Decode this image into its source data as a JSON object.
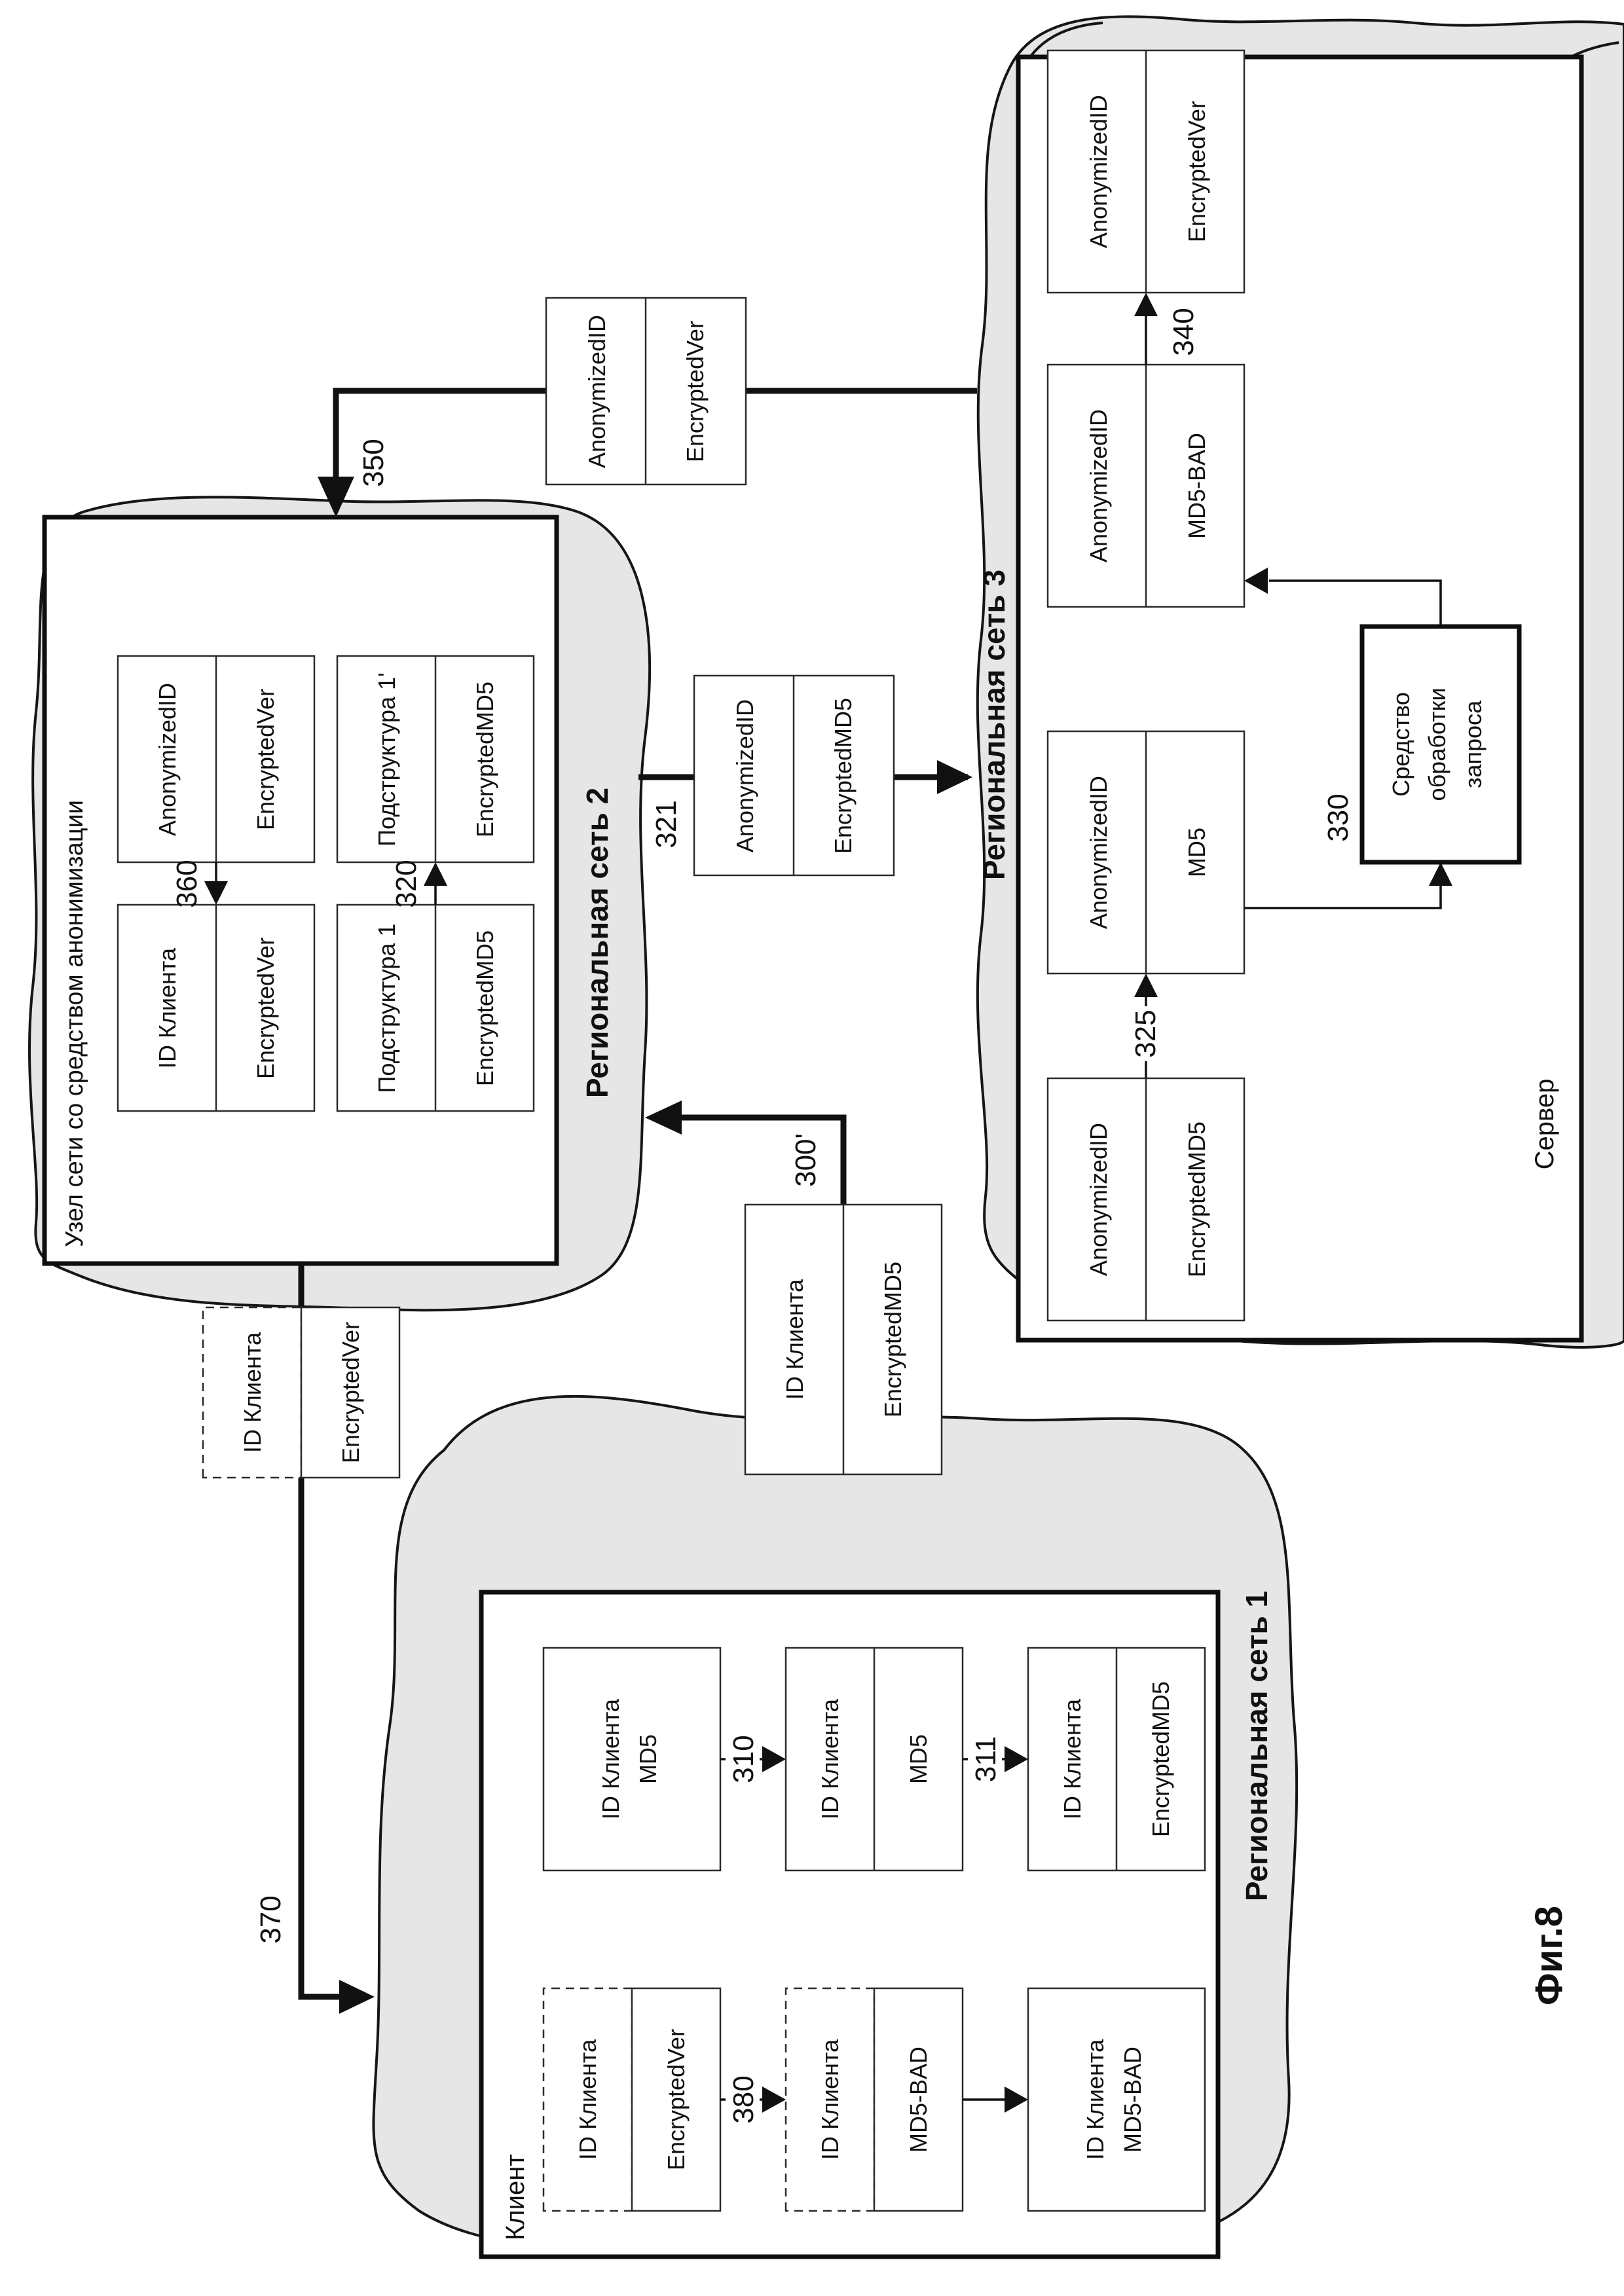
{
  "figure_caption": "Фиг.8",
  "colors": {
    "blob_fill": "#e6e6e6",
    "ink": "#111111"
  },
  "network2": {
    "region_label": "Региональная сеть 2",
    "node_title": "Узел сети со средством анонимизации",
    "box_client_ver": {
      "top": "ID Клиента",
      "bottom": "EncryptedVer"
    },
    "box_anon_ver": {
      "top": "AnonymizedID",
      "bottom": "EncryptedVer"
    },
    "box_sub1": {
      "top": "Подструктура 1",
      "bottom": "EncryptedMD5"
    },
    "box_sub1_prime": {
      "top": "Подструктура 1'",
      "bottom": "EncryptedMD5"
    },
    "arrow_360": "360",
    "arrow_320": "320"
  },
  "network1": {
    "region_label": "Региональная сеть 1",
    "client_title": "Клиент",
    "box_id_md5_combined": {
      "line1": "ID Клиента",
      "line2": "MD5"
    },
    "arrow_310": "310",
    "box_id_md5": {
      "top": "ID Клиента",
      "bottom": "MD5"
    },
    "arrow_311": "311",
    "box_id_encmd5": {
      "top": "ID Клиента",
      "bottom": "EncryptedMD5"
    },
    "box_id_encver": {
      "top": "ID Клиента",
      "bottom": "EncryptedVer"
    },
    "arrow_380": "380",
    "box_id_md5bad": {
      "top": "ID Клиента",
      "bottom": "MD5-BAD"
    },
    "box_id_md5bad_combined": {
      "line1": "ID Клиента",
      "line2": "MD5-BAD"
    }
  },
  "network3": {
    "region_label": "Региональная сеть 3",
    "server_title": "Сервер",
    "box_anon_encmd5": {
      "top": "AnonymizedID",
      "bottom": "EncryptedMD5"
    },
    "arrow_325": "325",
    "box_anon_md5": {
      "top": "AnonymizedID",
      "bottom": "MD5"
    },
    "processor": {
      "line1": "Средство",
      "line2": "обработки",
      "line3": "запроса"
    },
    "label_330": "330",
    "box_anon_md5bad": {
      "top": "AnonymizedID",
      "bottom": "MD5-BAD"
    },
    "arrow_340": "340",
    "box_anon_encver": {
      "top": "AnonymizedID",
      "bottom": "EncryptedVer"
    }
  },
  "transfers": {
    "t350": {
      "label": "350",
      "box": {
        "top": "AnonymizedID",
        "bottom": "EncryptedVer"
      }
    },
    "t370": {
      "label": "370",
      "box": {
        "top": "ID Клиента",
        "bottom": "EncryptedVer"
      }
    },
    "t300": {
      "label": "300'",
      "box": {
        "top": "ID Клиента",
        "bottom": "EncryptedMD5"
      }
    },
    "t321": {
      "label": "321",
      "box": {
        "top": "AnonymizedID",
        "bottom": "EncryptedMD5"
      }
    }
  }
}
